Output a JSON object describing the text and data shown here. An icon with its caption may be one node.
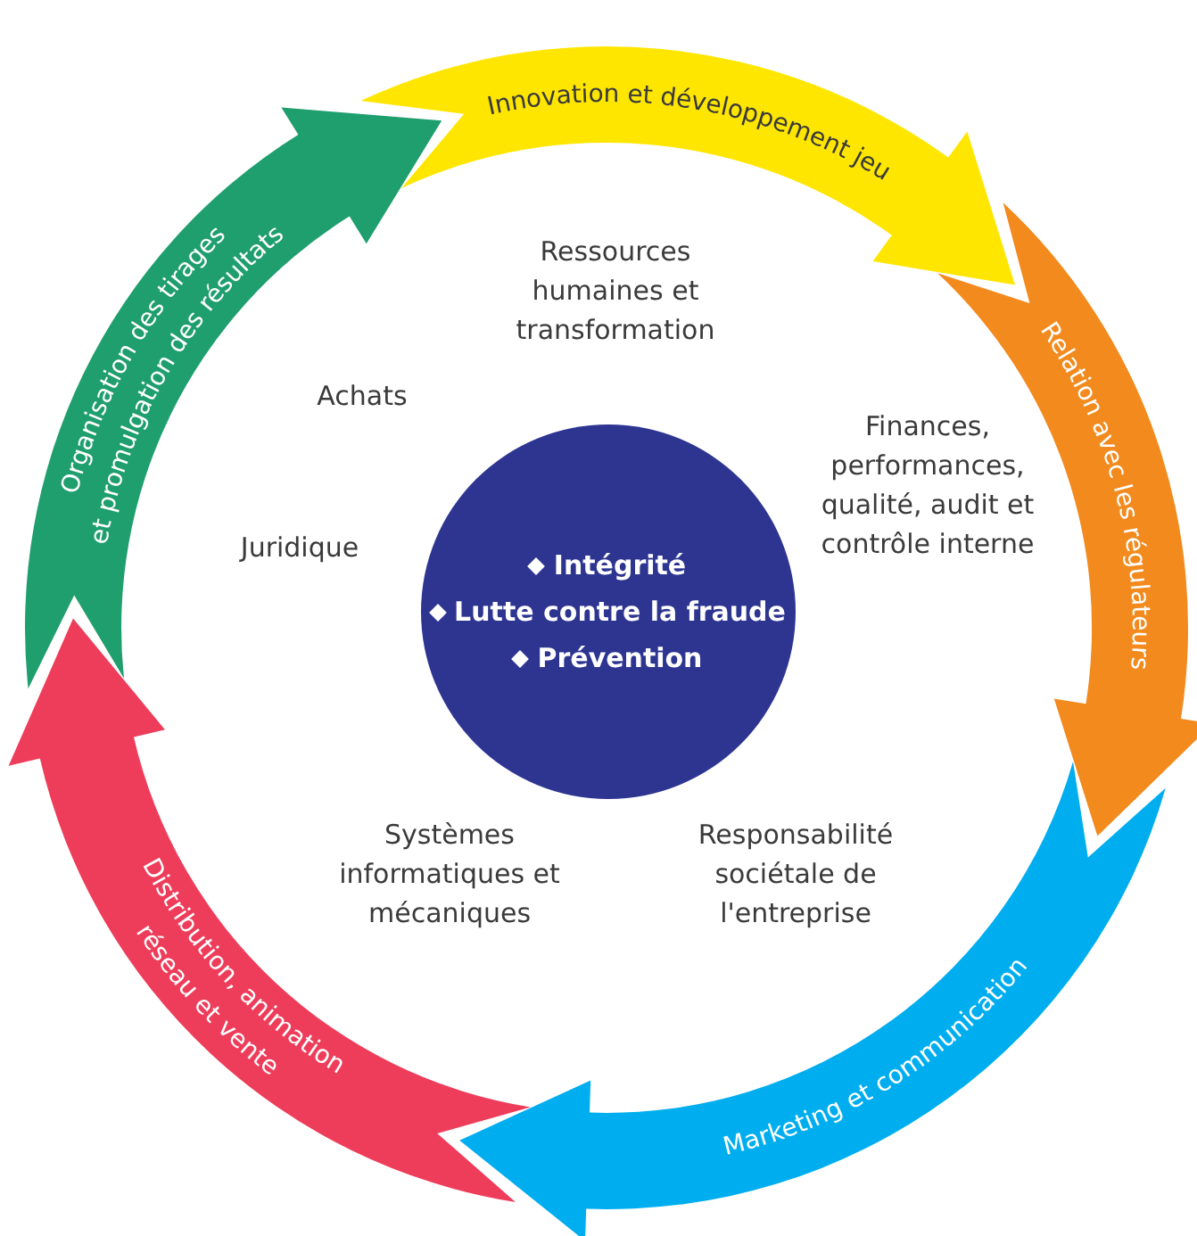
{
  "diagram": {
    "nodes": [
      {
        "text": [
          "Intégrité",
          "Lutte contre la fraude",
          "Prévention"
        ]
      },
      {
        "text": [
          "Innovation et développement jeu"
        ]
      },
      {
        "text": [
          "Relation avec les régulateurs"
        ]
      },
      {
        "text": [
          "Marketing et communication"
        ]
      },
      {
        "text": [
          "Distribution, animation réseau et vente"
        ]
      },
      {
        "text": [
          "Organisation des tirages et promulgation des résultats"
        ]
      }
    ],
    "labels": [
      "Ressources humaines et transformation",
      "Achats",
      "Finances, performances, qualité, audit et contrôle interne",
      "Juridique",
      "Systèmes informatiques et mécaniques",
      "Responsabilité sociétale de l'entreprise"
    ]
  }
}
